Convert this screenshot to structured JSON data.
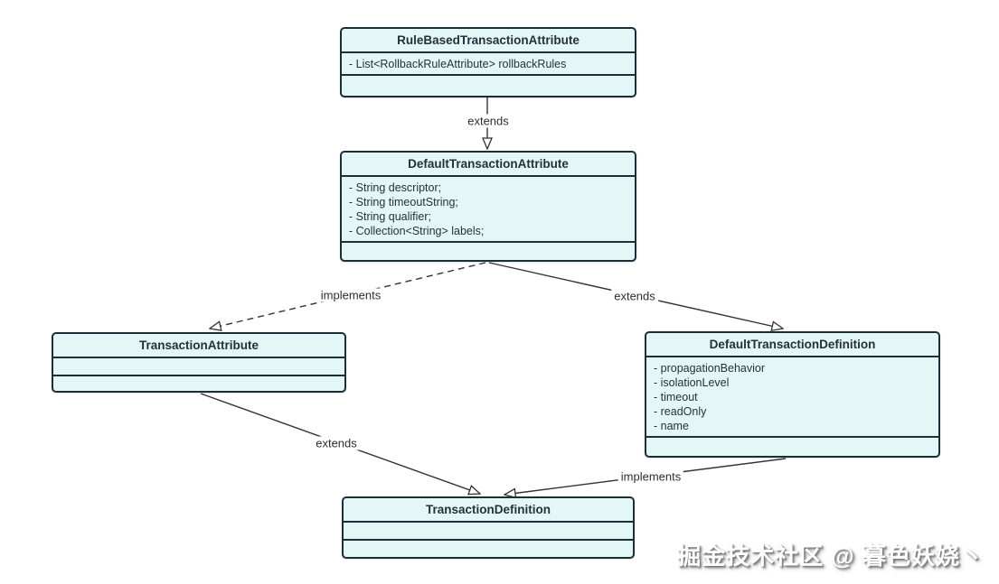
{
  "theme": {
    "box_fill": "#e3f8f6",
    "box_border": "#1d2e38",
    "line_color": "#333333",
    "canvas_bg": "#ffffff"
  },
  "diagram": {
    "type": "uml-class-diagram",
    "classes": {
      "rule_based_transaction_attribute": {
        "title": "RuleBasedTransactionAttribute",
        "fields": [
          "- List<RollbackRuleAttribute> rollbackRules"
        ]
      },
      "default_transaction_attribute": {
        "title": "DefaultTransactionAttribute",
        "fields": [
          "- String descriptor;",
          "- String timeoutString;",
          "- String qualifier;",
          "- Collection<String> labels;"
        ]
      },
      "transaction_attribute": {
        "title": "TransactionAttribute",
        "fields": []
      },
      "default_transaction_definition": {
        "title": "DefaultTransactionDefinition",
        "fields": [
          "- propagationBehavior",
          "- isolationLevel",
          "- timeout",
          "- readOnly",
          "- name"
        ]
      },
      "transaction_definition": {
        "title": "TransactionDefinition",
        "fields": []
      }
    },
    "edges": {
      "extends_top": {
        "label": "extends",
        "from": "RuleBasedTransactionAttribute",
        "to": "DefaultTransactionAttribute",
        "style": "solid"
      },
      "implements_left": {
        "label": "implements",
        "from": "DefaultTransactionAttribute",
        "to": "TransactionAttribute",
        "style": "dashed"
      },
      "extends_right": {
        "label": "extends",
        "from": "DefaultTransactionAttribute",
        "to": "DefaultTransactionDefinition",
        "style": "solid"
      },
      "extends_bottom": {
        "label": "extends",
        "from": "TransactionAttribute",
        "to": "TransactionDefinition",
        "style": "solid"
      },
      "implements_bottom": {
        "label": "implements",
        "from": "DefaultTransactionDefinition",
        "to": "TransactionDefinition",
        "style": "solid"
      }
    }
  },
  "watermark": {
    "text": "掘金技术社区 @ 暮色妖娆丶"
  }
}
